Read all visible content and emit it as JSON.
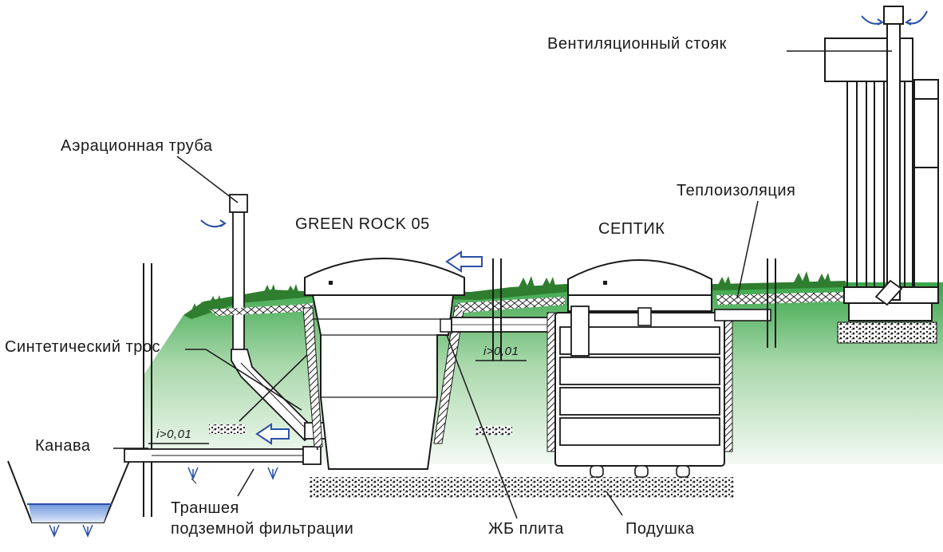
{
  "labels": {
    "ventilation_riser": "Вентиляционный стояк",
    "aeration_pipe": "Аэрационная труба",
    "green_rock": "GREEN ROCK 05",
    "septic": "СЕПТИК",
    "insulation": "Теплоизоляция",
    "synthetic_rope": "Синтетический трос",
    "ditch": "Канава",
    "trench_line1": "Траншея",
    "trench_line2": "подземной фильтрации",
    "concrete_slab": "ЖБ плита",
    "cushion": "Подушка",
    "slope_left": "i>0,01",
    "slope_mid": "i>0,01"
  },
  "colors": {
    "grass": "#2f7d2f",
    "soil_top": "#35a843",
    "soil_fade": "#eef6ee",
    "arrow": "#2b4fa8",
    "water": "#7ea4e0",
    "line": "#1a1a1a"
  }
}
